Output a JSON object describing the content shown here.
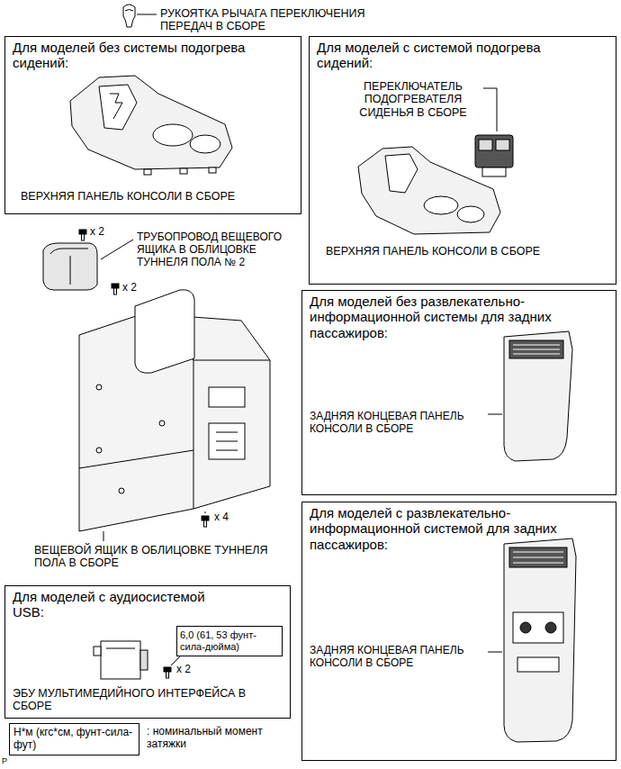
{
  "diagram": {
    "nodes": [
      {
        "text": [
          "Для моделей без системы подогрева сидений:",
          "ВЕРХНЯЯ ПАНЕЛЬ КОНСОЛИ В СБОРЕ"
        ]
      },
      {
        "text": [
          "Для моделей с системой подогрева сидений:",
          "ПЕРЕКЛЮЧАТЕЛЬ ПОДОГРЕВАТЕЛЯ СИДЕНЬЯ В СБОРЕ",
          "ВЕРХНЯЯ ПАНЕЛЬ КОНСОЛИ В СБОРЕ"
        ]
      },
      {
        "text": [
          "Для моделей без развлекательно-информационной системы для задних пассажиров:",
          "ЗАДНЯЯ КОНЦЕВАЯ ПАНЕЛЬ КОНСОЛИ В СБОРЕ"
        ]
      },
      {
        "text": [
          "Для моделей с развлекательно-информационной системой для задних пассажиров:",
          "ЗАДНЯЯ КОНЦЕВАЯ ПАНЕЛЬ КОНСОЛИ В СБОРЕ"
        ]
      },
      {
        "text": [
          "Для моделей с аудиосистемой USB:",
          "ЭБУ МУЛЬТИМЕДИЙНОГО ИНТЕРФЕЙСА В СБОРЕ"
        ]
      },
      {
        "text": [
          "6,0 (61, 53 фунт-сила-дюйма)"
        ],
        "in": 4
      },
      {
        "text": [
          "Н*м (кгс*см, фунт-сила-фут)"
        ]
      }
    ],
    "labels": [
      "РУКОЯТКА РЫЧАГА ПЕРЕКЛЮЧЕНИЯ ПЕРЕДАЧ В СБОРЕ",
      "x 2",
      "ТРУБОПРОВОД ВЕЩЕВОГО ЯЩИКА В ОБЛИЦОВКЕ ТУННЕЛЯ ПОЛА № 2",
      "x 2",
      "x 4",
      "ВЕЩЕВОЙ ЯЩИК В ОБЛИЦОВКЕ ТУННЕЛЯ ПОЛА В СБОРЕ",
      "x 2",
      ": номинальный момент затяжки",
      "P"
    ]
  }
}
